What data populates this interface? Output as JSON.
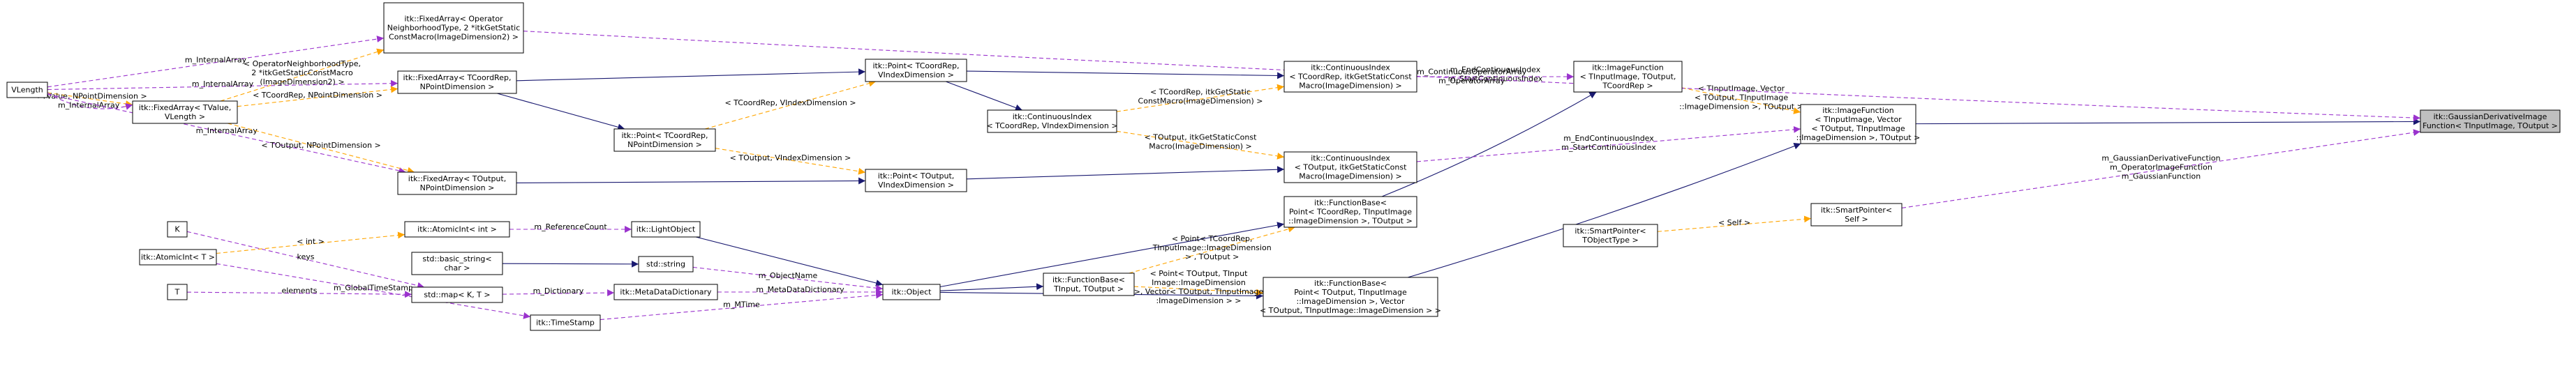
{
  "colors": {
    "node_fill": "#ffffff",
    "node_highlight_fill": "#bfbfbf",
    "node_stroke": "#000000",
    "grey_stroke": "#bfbfbf",
    "inherit": "#191970",
    "usage": "#9a32cd",
    "template": "#ffa500"
  },
  "nodes": [
    {
      "id": "vlength",
      "lines": [
        "VLength"
      ],
      "stroke": "grey"
    },
    {
      "id": "K",
      "lines": [
        "K"
      ],
      "stroke": "grey"
    },
    {
      "id": "T",
      "lines": [
        "T"
      ],
      "stroke": "grey"
    },
    {
      "id": "atomicT",
      "lines": [
        "itk::AtomicInt< T >"
      ]
    },
    {
      "id": "fixedTV",
      "lines": [
        "itk::FixedArray< TValue,",
        "VLength >"
      ]
    },
    {
      "id": "fixedOp",
      "lines": [
        "itk::FixedArray< Operator",
        "NeighborhoodType, 2 *itkGetStatic",
        "ConstMacro(ImageDimension2) >"
      ]
    },
    {
      "id": "fixedTC",
      "lines": [
        "itk::FixedArray< TCoordRep,",
        "NPointDimension >"
      ]
    },
    {
      "id": "fixedTO",
      "lines": [
        "itk::FixedArray< TOutput,",
        "NPointDimension >"
      ]
    },
    {
      "id": "atomicInt",
      "lines": [
        "itk::AtomicInt< int >"
      ]
    },
    {
      "id": "basicString",
      "lines": [
        "std::basic_string<",
        "char >"
      ],
      "stroke": "grey"
    },
    {
      "id": "stdmap",
      "lines": [
        "std::map< K, T >"
      ],
      "stroke": "grey"
    },
    {
      "id": "timeStamp",
      "lines": [
        "itk::TimeStamp"
      ]
    },
    {
      "id": "pointTCN",
      "lines": [
        "itk::Point< TCoordRep,",
        "NPointDimension >"
      ]
    },
    {
      "id": "lightObject",
      "lines": [
        "itk::LightObject"
      ]
    },
    {
      "id": "stdstring",
      "lines": [
        "std::string"
      ],
      "stroke": "grey"
    },
    {
      "id": "metaDict",
      "lines": [
        "itk::MetaDataDictionary"
      ]
    },
    {
      "id": "pointTCV",
      "lines": [
        "itk::Point< TCoordRep,",
        "VIndexDimension >"
      ]
    },
    {
      "id": "pointTOV",
      "lines": [
        "itk::Point< TOutput,",
        "VIndexDimension >"
      ]
    },
    {
      "id": "object",
      "lines": [
        "itk::Object"
      ]
    },
    {
      "id": "contTCV",
      "lines": [
        "itk::ContinuousIndex",
        "< TCoordRep, VIndexDimension >"
      ]
    },
    {
      "id": "funcBaseTI",
      "lines": [
        "itk::FunctionBase<",
        "TInput, TOutput >"
      ]
    },
    {
      "id": "contTCG",
      "lines": [
        "itk::ContinuousIndex",
        "< TCoordRep, itkGetStaticConst",
        "Macro(ImageDimension) >"
      ]
    },
    {
      "id": "contTOG",
      "lines": [
        "itk::ContinuousIndex",
        "< TOutput, itkGetStaticConst",
        "Macro(ImageDimension) >"
      ]
    },
    {
      "id": "funcBaseP1",
      "lines": [
        "itk::FunctionBase<",
        "Point< TCoordRep, TInputImage",
        "::ImageDimension >, TOutput >"
      ]
    },
    {
      "id": "funcBaseP2",
      "lines": [
        "itk::FunctionBase<",
        "Point< TOutput, TInputImage",
        "::ImageDimension >, Vector",
        "< TOutput, TInputImage::ImageDimension > >"
      ]
    },
    {
      "id": "imgFuncT",
      "lines": [
        "itk::ImageFunction",
        "< TInputImage, TOutput,",
        "TCoordRep >"
      ]
    },
    {
      "id": "smartPtrT",
      "lines": [
        "itk::SmartPointer<",
        "TObjectType >"
      ]
    },
    {
      "id": "imgFuncV",
      "lines": [
        "itk::ImageFunction",
        "< TInputImage, Vector",
        "< TOutput, TInputImage",
        "::ImageDimension >, TOutput >"
      ]
    },
    {
      "id": "smartPtrS",
      "lines": [
        "itk::SmartPointer<",
        "Self >"
      ]
    },
    {
      "id": "gaussian",
      "lines": [
        "itk::GaussianDerivativeImage",
        "Function< TInputImage, TOutput >"
      ],
      "highlight": true
    }
  ],
  "edges": [
    {
      "from": "vlength",
      "to": "fixedTV",
      "kind": "template",
      "label": [
        "< TValue, NPointDimension >"
      ]
    },
    {
      "from": "vlength",
      "to": "fixedOp",
      "kind": "usage",
      "label": [
        "m_InternalArray"
      ]
    },
    {
      "from": "vlength",
      "to": "fixedTC",
      "kind": "usage",
      "label": [
        "m_InternalArray"
      ]
    },
    {
      "from": "vlength",
      "to": "fixedTV",
      "kind": "usage",
      "label": [
        "m_InternalArray"
      ]
    },
    {
      "from": "vlength",
      "to": "fixedTO",
      "kind": "usage",
      "label": [
        "m_InternalArray"
      ]
    },
    {
      "from": "fixedTV",
      "to": "fixedOp",
      "kind": "template",
      "label": [
        "< OperatorNeighborhoodType,",
        "2 *itkGetStaticConstMacro",
        "(ImageDimension2) >"
      ]
    },
    {
      "from": "fixedTV",
      "to": "fixedTC",
      "kind": "template",
      "label": [
        "< TCoordRep, NPointDimension >"
      ]
    },
    {
      "from": "fixedTV",
      "to": "fixedTO",
      "kind": "template",
      "label": [
        "< TOutput, NPointDimension >"
      ]
    },
    {
      "from": "K",
      "to": "stdmap",
      "kind": "usage",
      "label": [
        "keys"
      ]
    },
    {
      "from": "T",
      "to": "stdmap",
      "kind": "usage",
      "label": [
        "elements"
      ]
    },
    {
      "from": "atomicT",
      "to": "atomicInt",
      "kind": "template",
      "label": [
        "< int >"
      ]
    },
    {
      "from": "atomicT",
      "to": "timeStamp",
      "kind": "usage",
      "label": [
        "m_GlobalTimeStamp"
      ]
    },
    {
      "from": "fixedTC",
      "to": "pointTCN",
      "kind": "inherit"
    },
    {
      "from": "fixedTC",
      "to": "pointTCV",
      "kind": "inherit"
    },
    {
      "from": "fixedTO",
      "to": "pointTOV",
      "kind": "inherit"
    },
    {
      "from": "atomicInt",
      "to": "lightObject",
      "kind": "usage",
      "label": [
        "m_ReferenceCount"
      ]
    },
    {
      "from": "basicString",
      "to": "stdstring",
      "kind": "inherit"
    },
    {
      "from": "stdmap",
      "to": "metaDict",
      "kind": "usage",
      "label": [
        "m_Dictionary"
      ]
    },
    {
      "from": "timeStamp",
      "to": "object",
      "kind": "usage",
      "label": [
        "m_MTime"
      ]
    },
    {
      "from": "pointTCN",
      "to": "pointTCV",
      "kind": "template",
      "label": [
        "< TCoordRep, VIndexDimension >"
      ]
    },
    {
      "from": "pointTCN",
      "to": "pointTOV",
      "kind": "template",
      "label": [
        "< TOutput, VIndexDimension >"
      ]
    },
    {
      "from": "lightObject",
      "to": "object",
      "kind": "inherit"
    },
    {
      "from": "stdstring",
      "to": "object",
      "kind": "usage",
      "label": [
        "m_ObjectName"
      ]
    },
    {
      "from": "metaDict",
      "to": "object",
      "kind": "usage",
      "label": [
        "m_MetaDataDictionary"
      ]
    },
    {
      "from": "pointTCV",
      "to": "contTCV",
      "kind": "inherit"
    },
    {
      "from": "pointTCV",
      "to": "contTCG",
      "kind": "inherit"
    },
    {
      "from": "pointTOV",
      "to": "contTOG",
      "kind": "inherit"
    },
    {
      "from": "object",
      "to": "funcBaseTI",
      "kind": "inherit"
    },
    {
      "from": "object",
      "to": "funcBaseP1",
      "kind": "inherit"
    },
    {
      "from": "object",
      "to": "funcBaseP2",
      "kind": "inherit"
    },
    {
      "from": "contTCV",
      "to": "contTCG",
      "kind": "template",
      "label": [
        "< TCoordRep, itkGetStatic",
        "ConstMacro(ImageDimension) >"
      ]
    },
    {
      "from": "contTCV",
      "to": "contTOG",
      "kind": "template",
      "label": [
        "< TOutput, itkGetStaticConst",
        "Macro(ImageDimension) >"
      ]
    },
    {
      "from": "funcBaseTI",
      "to": "funcBaseP1",
      "kind": "template",
      "label": [
        "< Point< TCoordRep,",
        "TInputImage::ImageDimension",
        "> , TOutput >"
      ]
    },
    {
      "from": "funcBaseTI",
      "to": "funcBaseP2",
      "kind": "template",
      "label": [
        "< Point< TOutput, TInput",
        "Image::ImageDimension",
        ">, Vector< TOutput, TInputImage",
        ":ImageDimension > >"
      ]
    },
    {
      "from": "contTCG",
      "to": "imgFuncT",
      "kind": "usage",
      "label": [
        "m_EndContinuousIndex",
        "m_StartContinuousIndex"
      ]
    },
    {
      "from": "funcBaseP1",
      "to": "imgFuncT",
      "kind": "inherit"
    },
    {
      "from": "funcBaseP2",
      "to": "imgFuncV",
      "kind": "inherit"
    },
    {
      "from": "contTOG",
      "to": "imgFuncV",
      "kind": "usage",
      "label": [
        "m_EndContinuousIndex",
        "m_StartContinuousIndex"
      ]
    },
    {
      "from": "imgFuncT",
      "to": "imgFuncV",
      "kind": "template",
      "label": [
        "< TInputImage, Vector",
        "< TOutput, TInputImage",
        "::ImageDimension >, TOutput >"
      ]
    },
    {
      "from": "smartPtrT",
      "to": "smartPtrS",
      "kind": "template",
      "label": [
        "< Self >"
      ]
    },
    {
      "from": "imgFuncV",
      "to": "gaussian",
      "kind": "inherit"
    },
    {
      "from": "smartPtrS",
      "to": "gaussian",
      "kind": "usage",
      "label": [
        "m_GaussianDerivativeFunction",
        "m_OperatorImageFunction",
        "m_GaussianFunction"
      ]
    },
    {
      "from": "fixedOp",
      "to": "gaussian",
      "kind": "usage",
      "label": [
        "m_ContinuousOperatorArray",
        "m_OperatorArray"
      ]
    }
  ]
}
